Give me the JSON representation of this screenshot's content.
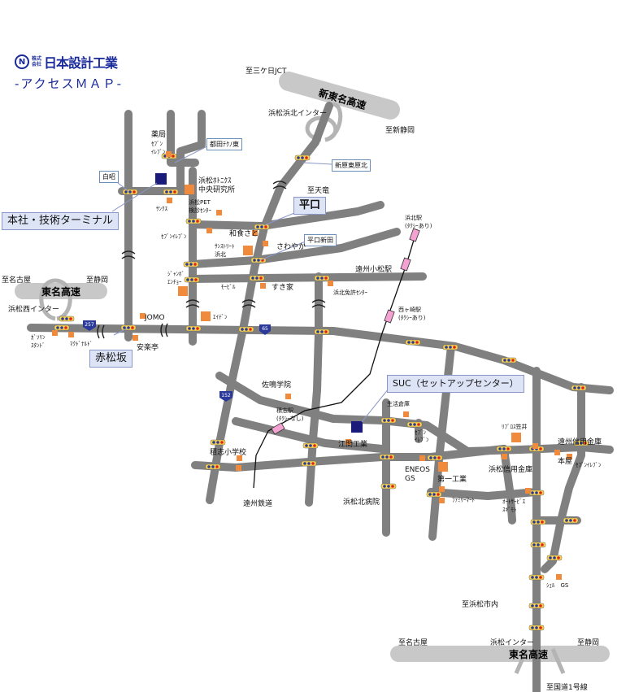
{
  "company": {
    "logo_mark": "N",
    "small_text": "株式会社",
    "name": "日本設計工業"
  },
  "access_title": "-アクセスＭＡＰ-",
  "callouts": {
    "head_office": "本社・技術ターミナル",
    "akamatsuzaka": "赤松坂",
    "hiraguchi": "平口",
    "suc": "SUC（セットアップセンター）"
  },
  "small_boxes": {
    "miyakoda_techno_east": "都田ﾃｸﾉ東",
    "hakuaki": "白昭",
    "shin_harahigashi": "新原東原北",
    "hiraguchi_shinden": "平口新田"
  },
  "highways": {
    "shin_tomei": "新東名高速",
    "tomei_upper": "東名高速",
    "tomei_lower": "東名高速"
  },
  "routes": {
    "r257": "257",
    "r65": "65",
    "r152": "152"
  },
  "railway": "遠州鉄道",
  "labels": {
    "to_mikkabi": "至三ケ日JCT",
    "hamamatsu_kita_ic": "浜松浜北インター",
    "to_shinshizuoka": "至新静岡",
    "yakkyoku": "薬局",
    "seven_a": "ｾﾌﾞﾝ\nｲﾚﾌﾞﾝ",
    "to_tenryu": "至天竜",
    "hamamatsu_photonics": "浜松ﾎﾄﾆｸｽ\n中央研究所",
    "sankus": "ｻﾝｸｽ",
    "hamamatsu_pet": "浜松PET\n検診ｾﾝﾀｰ",
    "hamakita_station": "浜北駅\n(ﾀｸｼｰあり)",
    "seven_b": "ｾﾌﾞﾝｲﾚﾌﾞﾝ",
    "washoku_sato": "和食さと",
    "sunstreet": "ｻﾝｽﾄﾘｰﾄ\n浜北",
    "sawayaka": "さわやか",
    "enshu_komatsu": "遠州小松駅",
    "to_nagoya_upper": "至名古屋",
    "to_shizuoka_upper": "至静岡",
    "jumbo_enchou": "ｼﾞｬﾝﾎﾞ\nｴﾝﾁｮｰ",
    "mobil": "ﾓｰﾋﾞﾙ",
    "sukiya": "すき家",
    "hamakita_menkyo": "浜北免許ｾﾝﾀｰ",
    "hamamatsu_nishi_ic": "浜松西インター",
    "nishigasaki": "西ヶ崎駅\n(ﾀｸｼｰあり)",
    "jomo": "JOMO",
    "eiden": "ｴｲﾃﾞﾝ",
    "gas_station": "ｶﾞｿﾘﾝ\nｽﾀﾝﾄﾞ",
    "mcdonalds": "ﾏｸﾄﾞﾅﾙﾄﾞ",
    "anrakutei": "安楽亭",
    "sanaru": "佐鳴学院",
    "seikatsu_souko": "生活倉庫",
    "sekishi_station": "積志駅\n(ﾀｸｼｰなし)",
    "libros": "ﾘﾌﾞﾛｽ笠井",
    "enshu_shinkin_a": "遠州信用金庫",
    "seven_c": "ｾﾌﾞﾝ\nｲﾚﾌﾞﾝ",
    "emma_kogyo": "江間工業",
    "sekishi_school": "積志小学校",
    "hamamatsu_shinkin": "浜松信用金庫",
    "honya": "本屋",
    "seven_d": "ｾﾌﾞﾝｲﾚﾌﾞﾝ",
    "eneos": "ENEOS\nGS",
    "daiichi_kogyo": "第一工業",
    "family_mart": "ﾌｧﾐﾘｰﾏｰﾄ",
    "autobacs_sugimoto": "ｵｰﾄｻｰﾋﾞｽ\nｽｷﾞﾓﾄ",
    "hamamatsu_kita_hospital": "浜松北病院",
    "shell_gs": "ｼｪﾙ　GS",
    "to_hamamatsu_city": "至浜松市内",
    "to_nagoya_lower": "至名古屋",
    "hamamatsu_ic": "浜松インター",
    "to_shizuoka_lower": "至静岡",
    "to_route1": "至国道1号線"
  },
  "colors": {
    "road": "#808080",
    "shop": "#f08a3c",
    "office": "#1a1a7a",
    "station": "#f4a2d2",
    "callout": "#dde4f6",
    "brand": "#1a2a9a"
  }
}
